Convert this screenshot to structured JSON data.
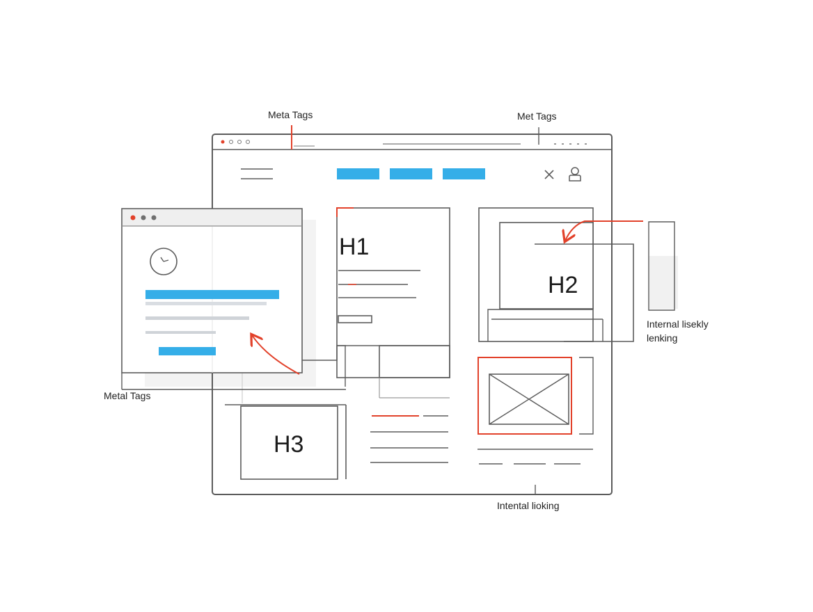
{
  "labels": {
    "meta_tags_top_left": "Meta Tags",
    "meta_tags_top_right": "Met Tags",
    "metal_tags_left": "Metal Tags",
    "internal_linking_right_line1": "Internal lisekly",
    "internal_linking_right_line2": "lenking",
    "internal_linking_bottom": "Intental lioking"
  },
  "headings": {
    "h1": "H1",
    "h2": "H2",
    "h3": "H3"
  },
  "colors": {
    "line": "#5b5b5b",
    "line_light": "#9a9a9a",
    "accent_red": "#e2412a",
    "accent_blue": "#35aee8",
    "panel_grey": "#efefef",
    "bar_grey": "#d9dde2"
  },
  "icons": [
    "menu-icon",
    "close-icon",
    "user-icon",
    "clock-icon",
    "image-placeholder-icon"
  ]
}
